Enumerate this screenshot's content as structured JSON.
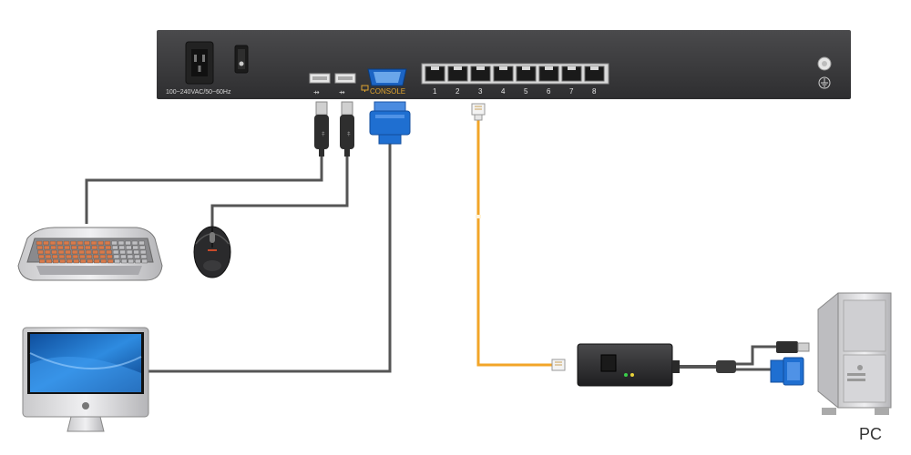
{
  "kvm_unit": {
    "power_rating": "100~240VAC/50~60Hz",
    "console_label": "CONSOLE",
    "port_numbers": [
      "1",
      "2",
      "3",
      "4",
      "5",
      "6",
      "7",
      "8"
    ]
  },
  "pc": {
    "label": "PC"
  },
  "colors": {
    "chassis": "#3b3b3d",
    "cable_dark": "#5a5a5a",
    "cable_cat": "#f2a528",
    "vga_blue": "#1f6fd1",
    "screen_blue": "#1f7fd6"
  }
}
